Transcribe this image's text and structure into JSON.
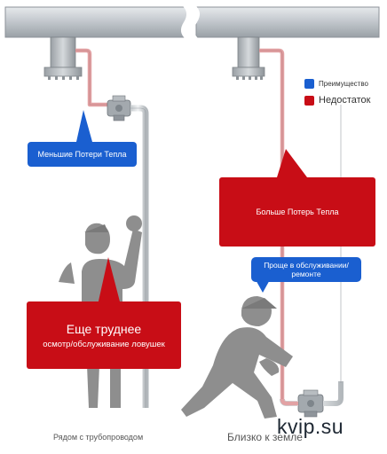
{
  "legend": {
    "advantage": {
      "label": "Преимущество",
      "color": "#1a5fd0"
    },
    "disadvantage": {
      "label": "Недостаток",
      "color": "#c80d16"
    }
  },
  "callouts": {
    "less_heat_loss": "Меньшие Потери Тепла",
    "more_heat_loss": "Больше Потерь Тепла",
    "easier_maintenance": "Проще в обслуживании/ремонте",
    "harder_title": "Еще труднее",
    "harder_subtitle": "осмотр/обслуживание ловушек"
  },
  "captions": {
    "near_pipeline": "Рядом с трубопроводом",
    "near_ground": "Близко к земле"
  },
  "watermark": "kvip.su",
  "colors": {
    "pipe": "#cdd2d6",
    "heat_line": "#e2a2a4",
    "person": "#8e8e8e"
  }
}
